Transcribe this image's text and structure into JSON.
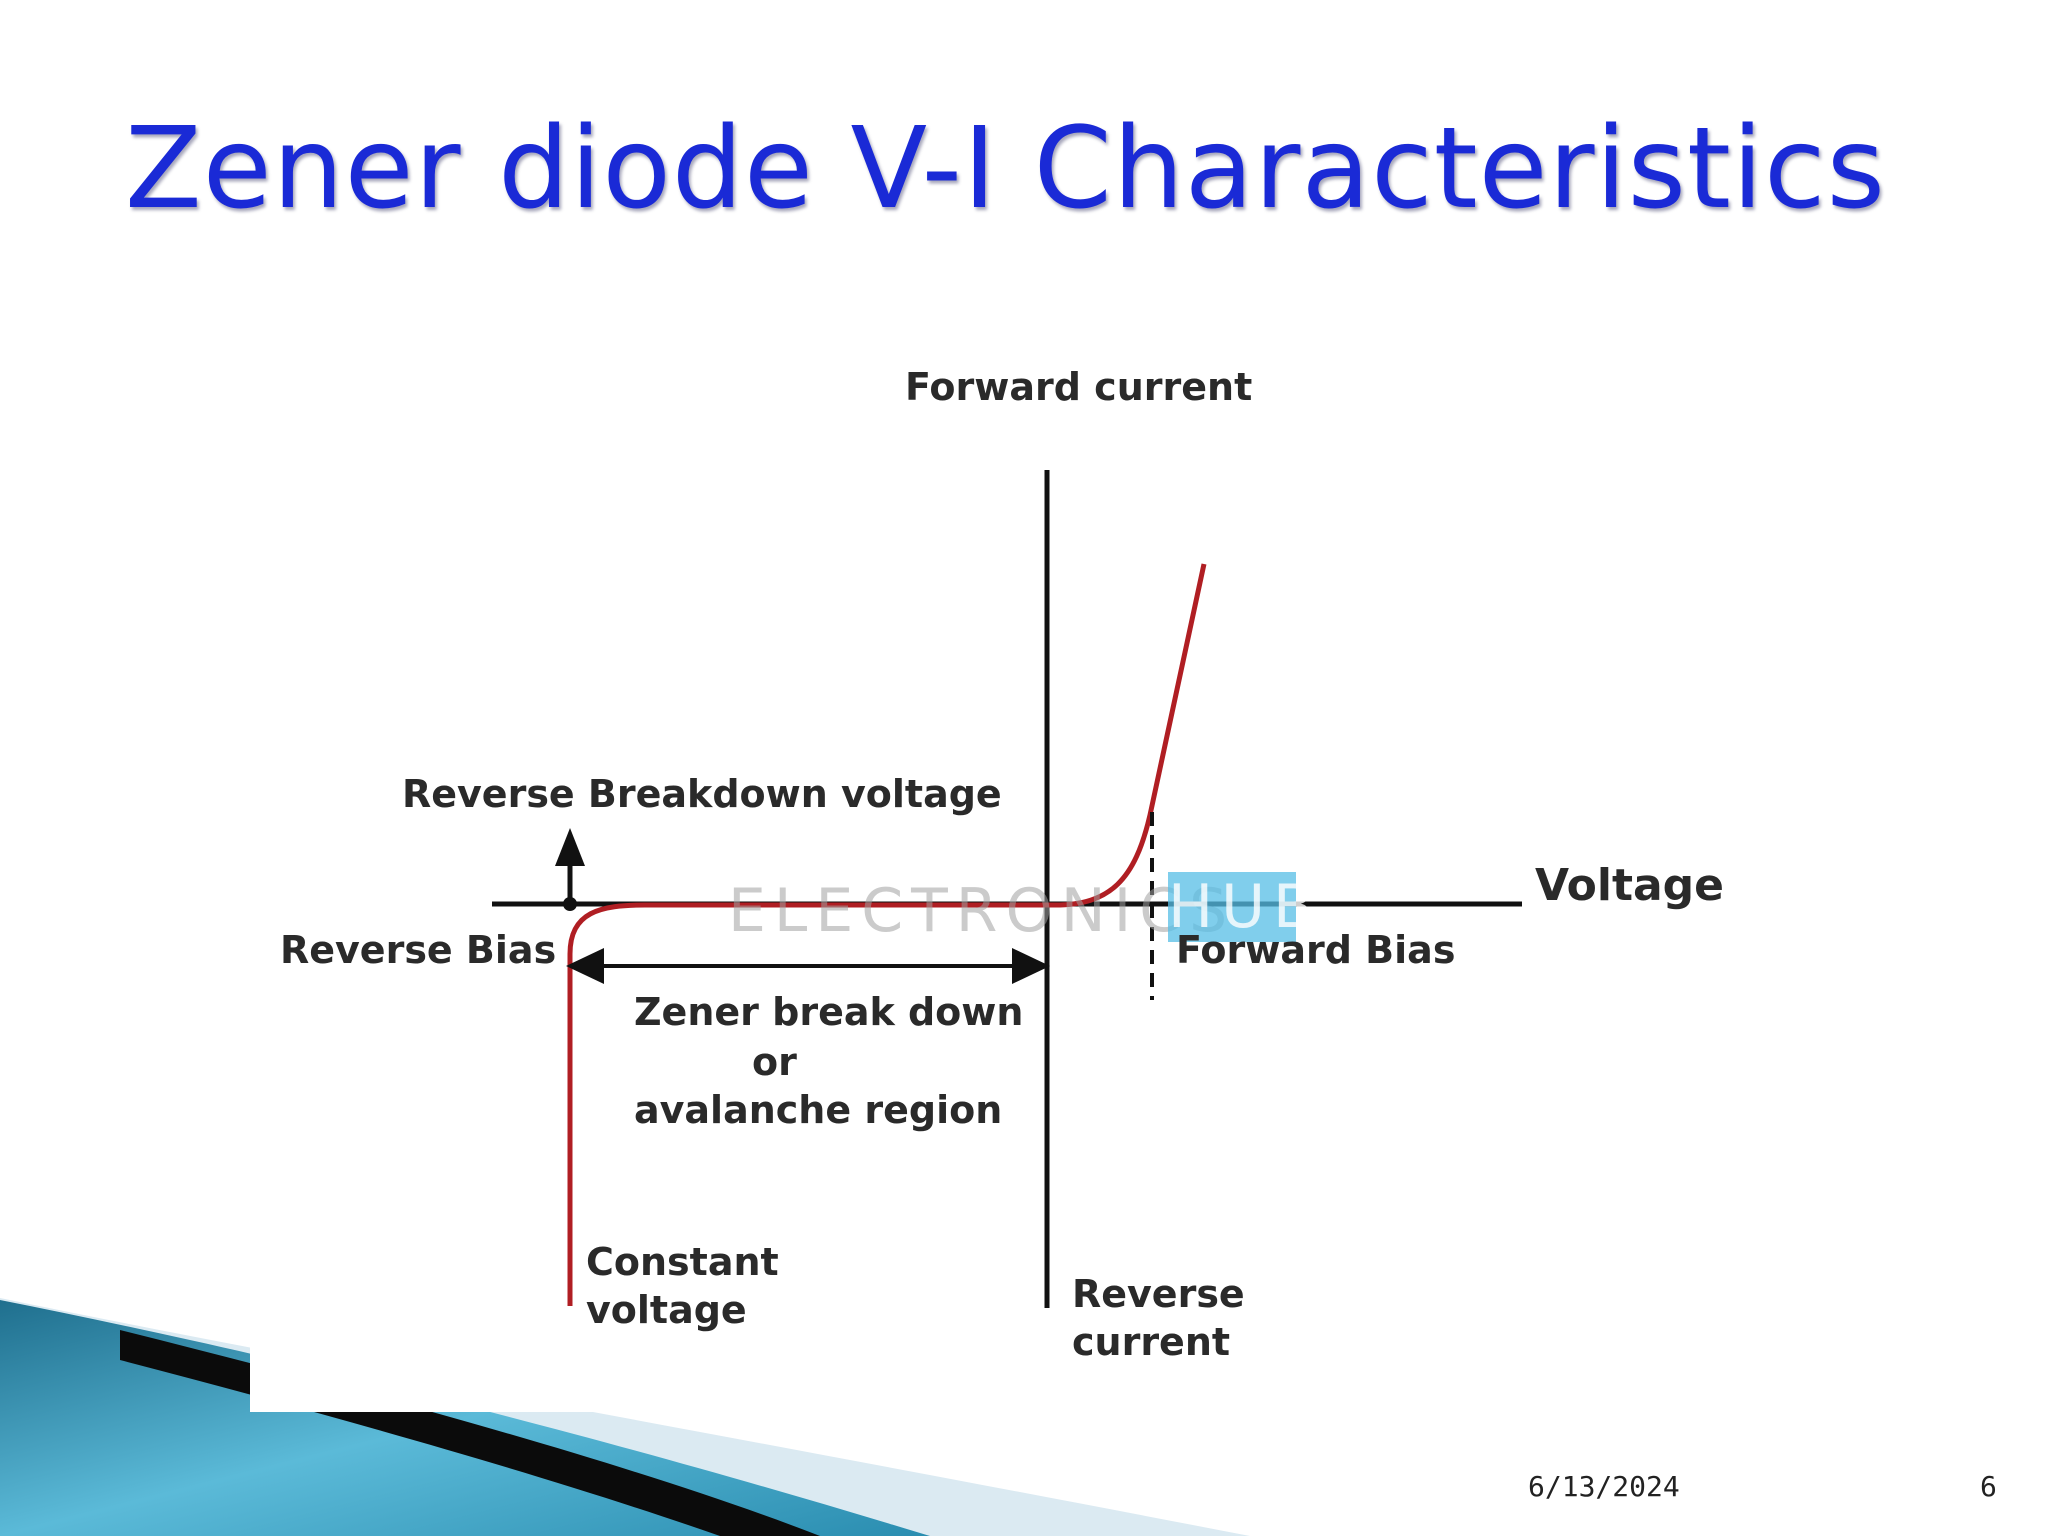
{
  "slide": {
    "title": "Zener diode V-I Characteristics",
    "date": "6/13/2024",
    "page_number": "6"
  },
  "diagram": {
    "axis_labels": {
      "forward_current": "Forward current",
      "voltage": "Voltage",
      "reverse_current_line1": "Reverse",
      "reverse_current_line2": "current"
    },
    "annotations": {
      "reverse_breakdown_voltage": "Reverse Breakdown voltage",
      "reverse_bias": "Reverse Bias",
      "forward_bias": "Forward Bias",
      "region_line1": "Zener break down",
      "region_line2": "or",
      "region_line3": "avalanche region",
      "constant_voltage_line1": "Constant",
      "constant_voltage_line2": "voltage"
    },
    "watermark": {
      "part1": "ELECTRONICS",
      "part2": "HUB"
    },
    "colors": {
      "curve": "#b01e23",
      "axes": "#111111",
      "title": "#1a2ad6"
    }
  }
}
